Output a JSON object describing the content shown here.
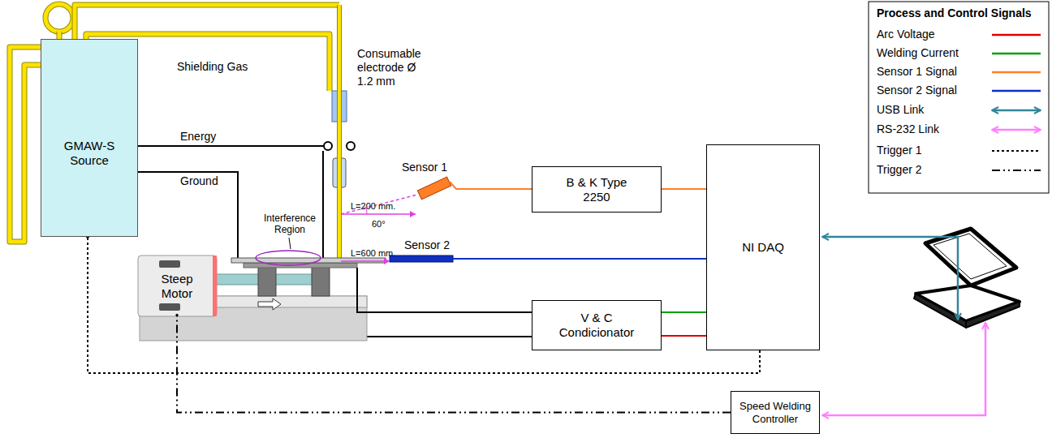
{
  "diagram": {
    "nodes": [
      {
        "text": [
          "GMAW-S Source"
        ]
      },
      {
        "text": [
          "B & K Type 2250"
        ]
      },
      {
        "text": [
          "NI DAQ"
        ]
      },
      {
        "text": [
          "V & C Condicionator"
        ]
      },
      {
        "text": [
          "Speed Welding Controller"
        ]
      },
      {
        "text": [
          "Steep Motor"
        ]
      }
    ],
    "edges": [
      {
        "from": 1,
        "to": 2,
        "arrow": "none"
      },
      {
        "from": 3,
        "to": 2,
        "arrow": "none"
      },
      {
        "from": 3,
        "to": 2,
        "arrow": "none"
      },
      {
        "from": 2,
        "to": 0,
        "arrow": "to"
      },
      {
        "from": 4,
        "to": 5,
        "arrow": "to"
      }
    ],
    "labels": [
      "Consumable electrode Ø 1.2 mm",
      "Shielding Gas",
      "Energy",
      "Ground",
      "Interference Region",
      "Sensor 1",
      "L=200 mm.",
      "60°",
      "Sensor 2",
      "L=600 mm.",
      "Process and Control Signals"
    ],
    "legend": [
      {
        "text": "Arc Voltage"
      },
      {
        "text": "Welding Current"
      },
      {
        "text": "Sensor 1 Signal"
      },
      {
        "text": "Sensor 2 Signal"
      },
      {
        "text": "USB Link"
      },
      {
        "text": "RS-232 Link"
      },
      {
        "text": "Trigger 1"
      },
      {
        "text": "Trigger 2"
      }
    ]
  }
}
